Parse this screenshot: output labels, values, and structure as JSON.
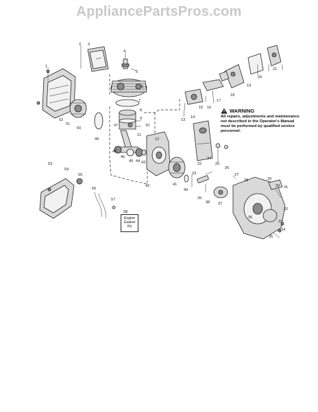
{
  "watermark": "AppliancePartsPros.com",
  "warning": {
    "title": "WARNING",
    "text": "All repairs, adjustments and maintenance not described in the Operator's Manual must be performed by qualified service personnel."
  },
  "kit_box": {
    "label": "58",
    "lines": [
      "Engine",
      "Gasket",
      "Kit"
    ]
  },
  "callouts": [
    "1",
    "2",
    "3",
    "4",
    "5",
    "6",
    "7",
    "8",
    "9",
    "10",
    "11",
    "12",
    "13",
    "14",
    "15",
    "16",
    "17",
    "18",
    "19",
    "20",
    "21",
    "22",
    "23",
    "24",
    "25",
    "26",
    "27",
    "28",
    "29",
    "30",
    "31",
    "32",
    "33",
    "34",
    "35",
    "36",
    "37",
    "38",
    "39",
    "40",
    "41",
    "42",
    "43",
    "44",
    "45",
    "46",
    "47",
    "48",
    "49",
    "50",
    "51",
    "52",
    "53",
    "54",
    "55",
    "56",
    "57"
  ],
  "icons": {
    "warning": "warning-triangle-icon"
  },
  "colors": {
    "watermark": "#c8c8c8",
    "ink": "#222222"
  }
}
